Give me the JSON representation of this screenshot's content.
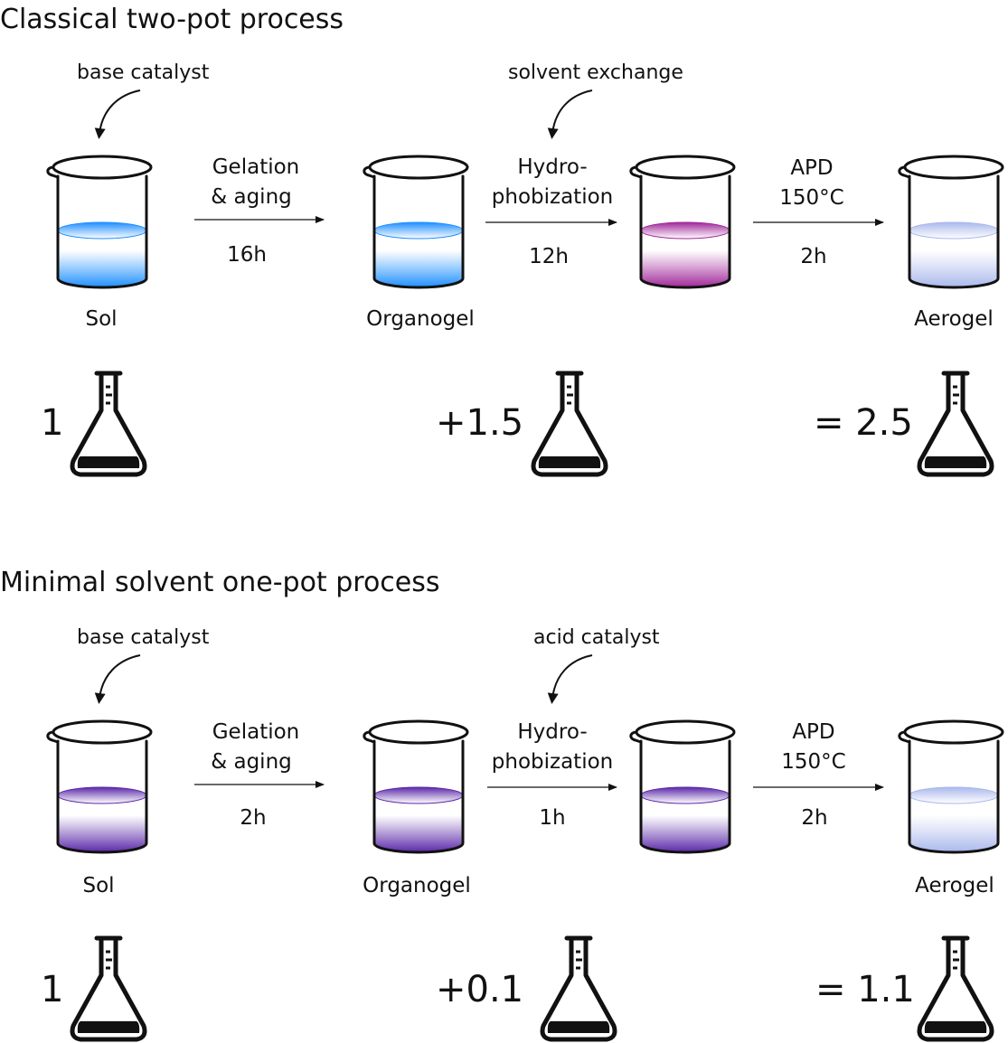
{
  "colors": {
    "blue": "#1f8fff",
    "purple_dark": "#6a1a8a",
    "magenta": "#a0289a",
    "violet": "#5a28a8",
    "aerogel": "#aab8ec"
  },
  "panels": [
    {
      "title": "Classical two-pot process",
      "input_1": "base catalyst",
      "input_2": "solvent exchange",
      "beakers": [
        {
          "label": "Sol",
          "liquid_color": "#1f8fff",
          "icon": "beaker-icon"
        },
        {
          "label": "Organogel",
          "liquid_color": "#1f8fff",
          "icon": "beaker-icon"
        },
        {
          "label": "",
          "liquid_color": "#a0289a",
          "icon": "beaker-icon"
        },
        {
          "label": "Aerogel",
          "liquid_color": "#aab8ec",
          "icon": "beaker-icon"
        }
      ],
      "steps": [
        {
          "line1": "Gelation",
          "line2": "& aging",
          "time": "16h"
        },
        {
          "line1": "Hydro-",
          "line2": "phobization",
          "time": "12h"
        },
        {
          "line1": "APD",
          "line2": "150°C",
          "time": "2h"
        }
      ],
      "solvent": [
        {
          "text": "1",
          "flask_fill": 0.25,
          "icon": "flask-icon"
        },
        {
          "text": "+1.5",
          "flask_fill": 0.25,
          "icon": "flask-icon"
        },
        {
          "text": "= 2.5",
          "flask_fill": 0.25,
          "icon": "flask-icon"
        }
      ]
    },
    {
      "title": "Minimal solvent one-pot process",
      "input_1": "base catalyst",
      "input_2": "acid catalyst",
      "beakers": [
        {
          "label": "Sol",
          "liquid_color": "#5a28a8",
          "icon": "beaker-icon"
        },
        {
          "label": "Organogel",
          "liquid_color": "#5a28a8",
          "icon": "beaker-icon"
        },
        {
          "label": "",
          "liquid_color": "#5a28a8",
          "icon": "beaker-icon"
        },
        {
          "label": "Aerogel",
          "liquid_color": "#aab8ec",
          "icon": "beaker-icon"
        }
      ],
      "steps": [
        {
          "line1": "Gelation",
          "line2": "& aging",
          "time": "2h"
        },
        {
          "line1": "Hydro-",
          "line2": "phobization",
          "time": "1h"
        },
        {
          "line1": "APD",
          "line2": "150°C",
          "time": "2h"
        }
      ],
      "solvent": [
        {
          "text": "1",
          "flask_fill": 0.25,
          "icon": "flask-icon"
        },
        {
          "text": "+0.1",
          "flask_fill": 0.25,
          "icon": "flask-icon"
        },
        {
          "text": "= 1.1",
          "flask_fill": 0.25,
          "icon": "flask-icon"
        }
      ]
    }
  ]
}
